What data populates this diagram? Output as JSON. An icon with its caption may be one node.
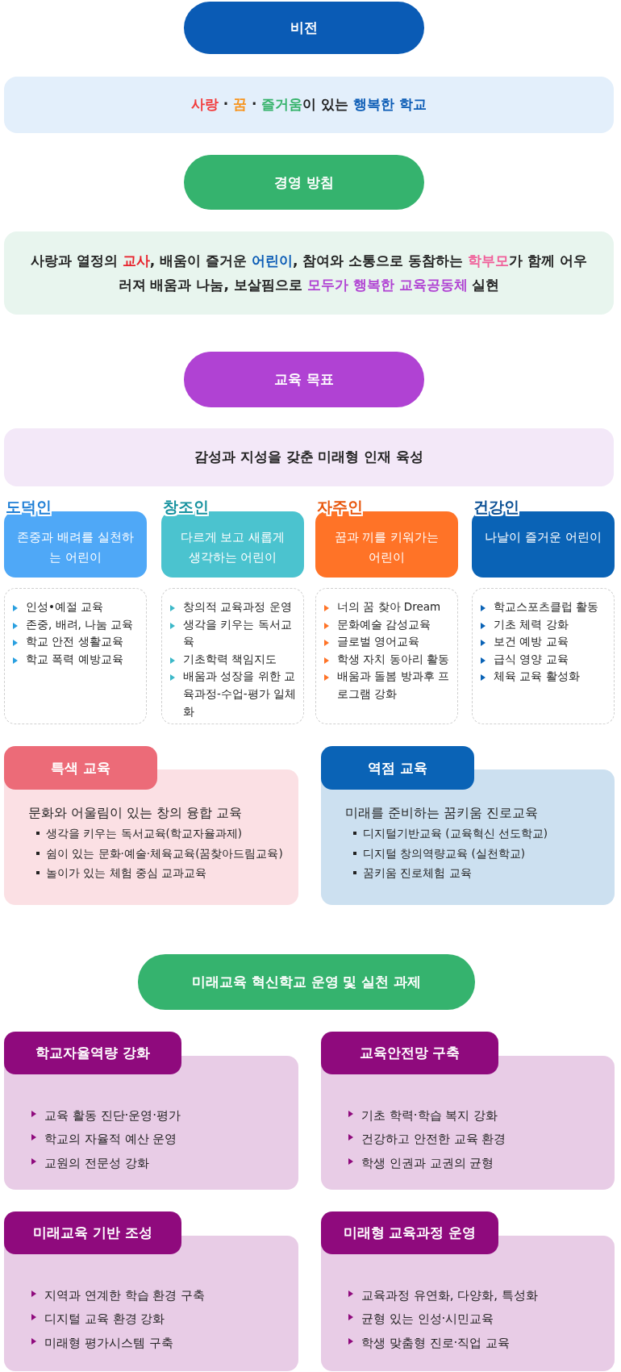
{
  "diagram": {
    "nodes": [
      {
        "text": [
          "비전"
        ]
      },
      {
        "text": [
          "**사랑** · **꿈** · **즐거움**이 있는 **행복한 학교**"
        ]
      },
      {
        "text": [
          "경영 방침"
        ]
      },
      {
        "text": [
          "사랑과 열정의 **교사**, 배움이 즐거운 **어린이**, 참여와 소통으로 동참하는 **학부모**가 함께 어우러져 배움과 나눔, 보살핌으로 **모두가 행복한 교육공동체** 실현"
        ]
      },
      {
        "text": [
          "교육 목표"
        ]
      },
      {
        "text": [
          "감성과 지성을 갖춘 미래형 인재 육성"
        ]
      },
      {
        "text": [
          "도덕인",
          "존중과 배려를 실천하는 어린이"
        ]
      },
      {
        "text": [
          "창조인",
          "다르게 보고 새롭게 생각하는 어린이"
        ]
      },
      {
        "text": [
          "자주인",
          "꿈과 끼를 키워가는 어린이"
        ]
      },
      {
        "text": [
          "건강인",
          "나날이 즐거운 어린이"
        ]
      },
      {
        "text": [
          "인성•예절 교육",
          "존중, 배려, 나눔 교육",
          "학교 안전 생활교육",
          "학교 폭력 예방교육"
        ]
      },
      {
        "text": [
          "창의적 교육과정 운영",
          "생각을 키우는 독서교육",
          "기초학력 책임지도",
          "배움과 성장을 위한 교육과정-수업-평가 일체화"
        ]
      },
      {
        "text": [
          "너의 꿈 찾아 Dream",
          "문화예술 감성교육",
          "글로벌 영어교육",
          "학생 자치 동아리 활동",
          "배움과 돌봄 방과후 프로그램 강화"
        ]
      },
      {
        "text": [
          "학교스포츠클럽 활동",
          "기초 체력 강화",
          "보건 예방 교육",
          "급식 영양 교육",
          "체육 교육 활성화"
        ]
      },
      {
        "text": [
          "특색 교육"
        ]
      },
      {
        "text": [
          "문화와 어울림이 있는 창의 융합 교육",
          "생각을 키우는 독서교육(학교자율과제)",
          "쉼이 있는 문화·예술·체육교육(꿈찾아드림교육)",
          "놀이가 있는 체험 중심 교과교육"
        ]
      },
      {
        "text": [
          "역점 교육"
        ]
      },
      {
        "text": [
          "미래를 준비하는 꿈키움 진로교육",
          "디지털기반교육 (교육혁신 선도학교)",
          "디지털 창의역량교육 (실천학교)",
          "꿈키움 진로체험 교육"
        ]
      },
      {
        "text": [
          "미래교육 혁신학교 운영 및 실천 과제"
        ]
      },
      {
        "text": [
          "학교자율역량 강화"
        ]
      },
      {
        "text": [
          "교육 활동 진단·운영·평가",
          "학교의 자율적 예산 운영",
          "교원의 전문성 강화"
        ]
      },
      {
        "text": [
          "교육안전망 구축"
        ]
      },
      {
        "text": [
          "기초 학력·학습 복지 강화",
          "건강하고 안전한 교육 환경",
          "학생 인권과 교권의 균형"
        ]
      },
      {
        "text": [
          "미래교육 기반 조성"
        ]
      },
      {
        "text": [
          "지역과 연계한 학습 환경 구축",
          "디지털 교육 환경 강화",
          "미래형 평가시스템 구축"
        ]
      },
      {
        "text": [
          "미래형 교육과정 운영"
        ]
      },
      {
        "text": [
          "교육과정 유연화, 다양화, 특성화",
          "균형 있는 인성·시민교육",
          "학생 맞춤형 진로·직업 교육"
        ]
      }
    ]
  }
}
